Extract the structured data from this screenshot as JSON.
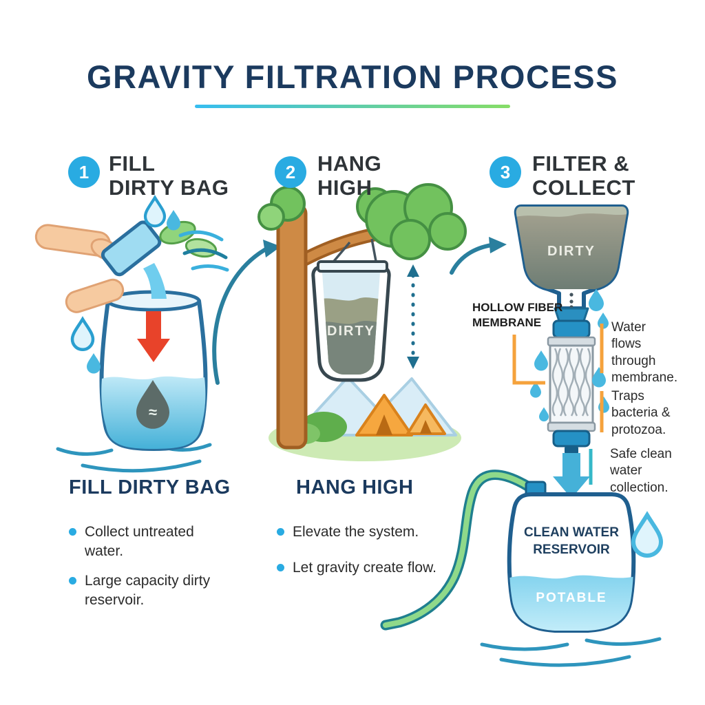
{
  "title": "GRAVITY FILTRATION PROCESS",
  "steps": [
    {
      "number": "1",
      "title_line1": "FILL",
      "title_line2": "DIRTY BAG"
    },
    {
      "number": "2",
      "title_line1": "HANG",
      "title_line2": "HIGH"
    },
    {
      "number": "3",
      "title_line1": "FILTER &",
      "title_line2": "COLLECT"
    }
  ],
  "illustration": {
    "step1": {
      "drop_symbol": "≈"
    },
    "step2": {
      "bag_label": "DIRTY"
    },
    "step3": {
      "top_bag_label": "DIRTY",
      "membrane_label": "HOLLOW FIBER MEMBRANE",
      "reservoir_label": "CLEAN WATER RESERVOIR",
      "reservoir_sub_label": "POTABLE"
    }
  },
  "annotations": [
    "Water flows through membrane.",
    "Traps bacteria & protozoa.",
    "Safe clean water collection."
  ],
  "details": [
    {
      "heading": "FILL DIRTY BAG",
      "bullets": [
        "Collect untreated water.",
        "Large capacity dirty reservoir."
      ]
    },
    {
      "heading": "HANG HIGH",
      "bullets": [
        "Elevate the system.",
        "Let gravity create flow."
      ]
    }
  ],
  "colors": {
    "accent_blue": "#29abe2",
    "navy": "#1b3a5e",
    "underline_start": "#36bdf0",
    "underline_end": "#86dd66",
    "marker_orange": "#f5a23c",
    "marker_teal": "#35b8c8",
    "arrow_red": "#e8432a"
  }
}
